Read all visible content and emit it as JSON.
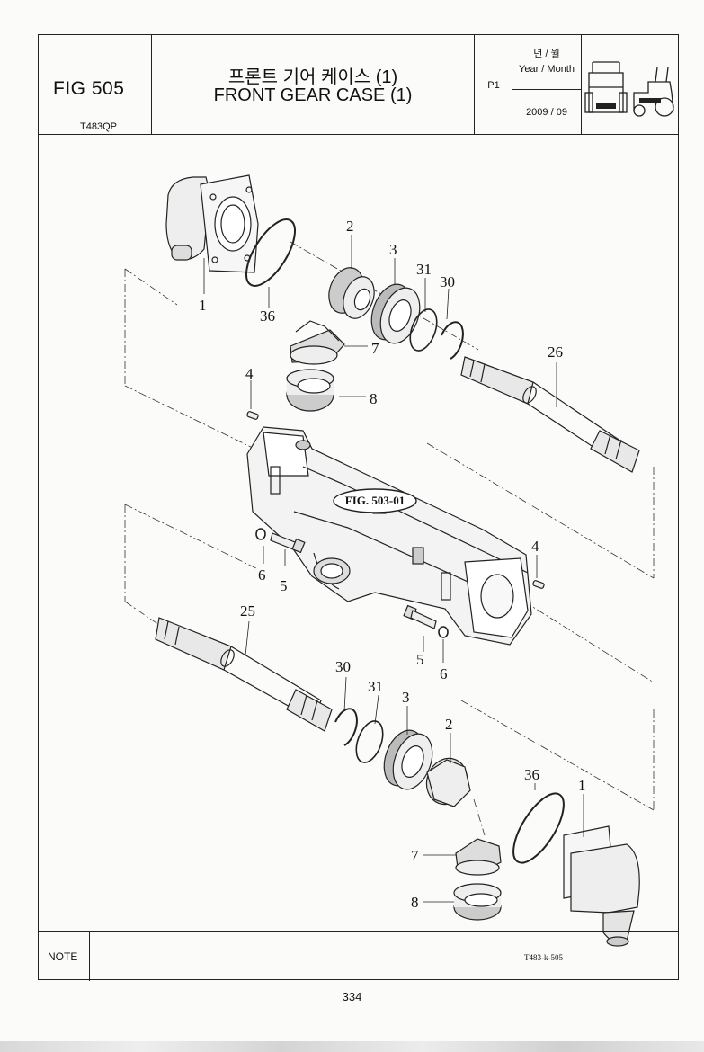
{
  "header": {
    "fig_no": "FIG 505",
    "model": "T483QP",
    "title_kr": "프론트 기어 케이스 (1)",
    "title_en": "FRONT GEAR CASE (1)",
    "page_ref": "P1",
    "year_month_kr": "년 / 월",
    "year_month_en": "Year / Month",
    "date": "2009 / 09"
  },
  "diagram": {
    "reference_label": "FIG. 503-01",
    "drawing_code": "T483-k-505",
    "callouts": {
      "c1a": "1",
      "c36a": "36",
      "c2a": "2",
      "c3a": "3",
      "c31a": "31",
      "c30a": "30",
      "c7a": "7",
      "c8a": "8",
      "c4a": "4",
      "c26": "26",
      "c6a": "6",
      "c5a": "5",
      "c4b": "4",
      "c25": "25",
      "c5b": "5",
      "c6b": "6",
      "c30b": "30",
      "c31b": "31",
      "c3b": "3",
      "c2b": "2",
      "c36b": "36",
      "c1b": "1",
      "c7b": "7",
      "c8b": "8"
    }
  },
  "footer": {
    "note_label": "NOTE",
    "page_number": "334"
  }
}
